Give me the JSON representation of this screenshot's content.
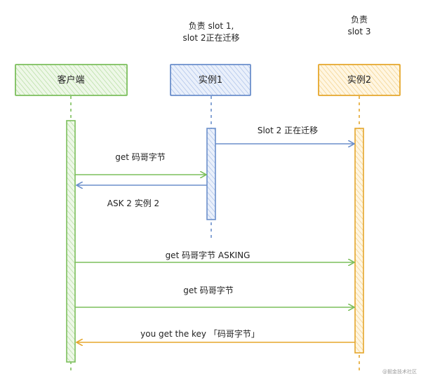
{
  "participants": {
    "client": {
      "label": "客户端",
      "color": "#7cbf5c",
      "fill": "#dff0d3"
    },
    "instance1": {
      "label": "实例1",
      "color": "#6b8fcb",
      "fill": "#d5e1f5",
      "note_line1": "负责 slot 1,",
      "note_line2": "slot 2正在迁移"
    },
    "instance2": {
      "label": "实例2",
      "color": "#e5a72c",
      "fill": "#fbe6b8",
      "note_line1": "负责",
      "note_line2": "slot 3"
    }
  },
  "messages": {
    "m1": "Slot 2 正在迁移",
    "m2": "get 码哥字节",
    "m3": "ASK 2 实例 2",
    "m4": "get 码哥字节 ASKING",
    "m5": "get 码哥字节",
    "m6": "you get the key 「码哥字节」"
  },
  "watermark": "@掘金技术社区"
}
